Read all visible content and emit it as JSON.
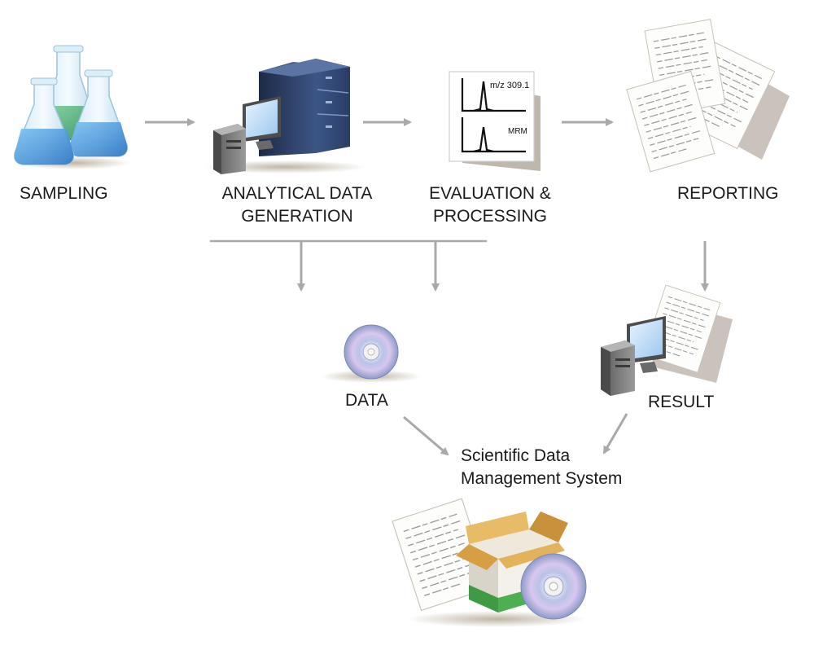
{
  "steps": {
    "sampling": "SAMPLING",
    "analytical_line1": "ANALYTICAL DATA",
    "analytical_line2": "GENERATION",
    "evaluation_line1": "EVALUATION &",
    "evaluation_line2": "PROCESSING",
    "reporting": "REPORTING"
  },
  "outputs": {
    "data": "DATA",
    "result": "RESULT"
  },
  "system": {
    "line1": "Scientific Data",
    "line2": "Management System"
  },
  "chromatogram": {
    "peak1_label": "m/z 309.1",
    "peak2_label": "MRM"
  },
  "colors": {
    "arrow": "#a9a9a9",
    "flask_liquid_blue": "#3b8fd8",
    "flask_liquid_green": "#3aa36a",
    "instrument_navy": "#2e3f66",
    "box_green": "#4cb050",
    "box_cardboard": "#e3b25c"
  }
}
